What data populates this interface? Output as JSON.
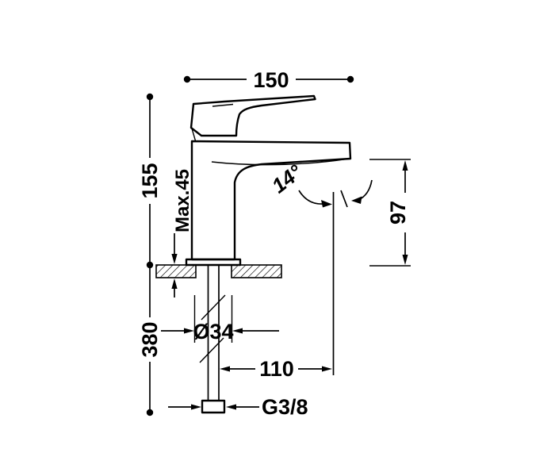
{
  "drawing": {
    "type": "faucet-technical-dimension-drawing",
    "background_color": "#ffffff",
    "line_color": "#000000",
    "dimensions": {
      "overall_width": "150",
      "height_above_deck": "155",
      "max_deck_thickness": "Max.45",
      "stream_angle": "14°",
      "outlet_height": "97",
      "length_below_deck": "380",
      "shank_diameter": "Ø34",
      "stream_reach": "110",
      "inlet_thread": "G3/8"
    }
  }
}
